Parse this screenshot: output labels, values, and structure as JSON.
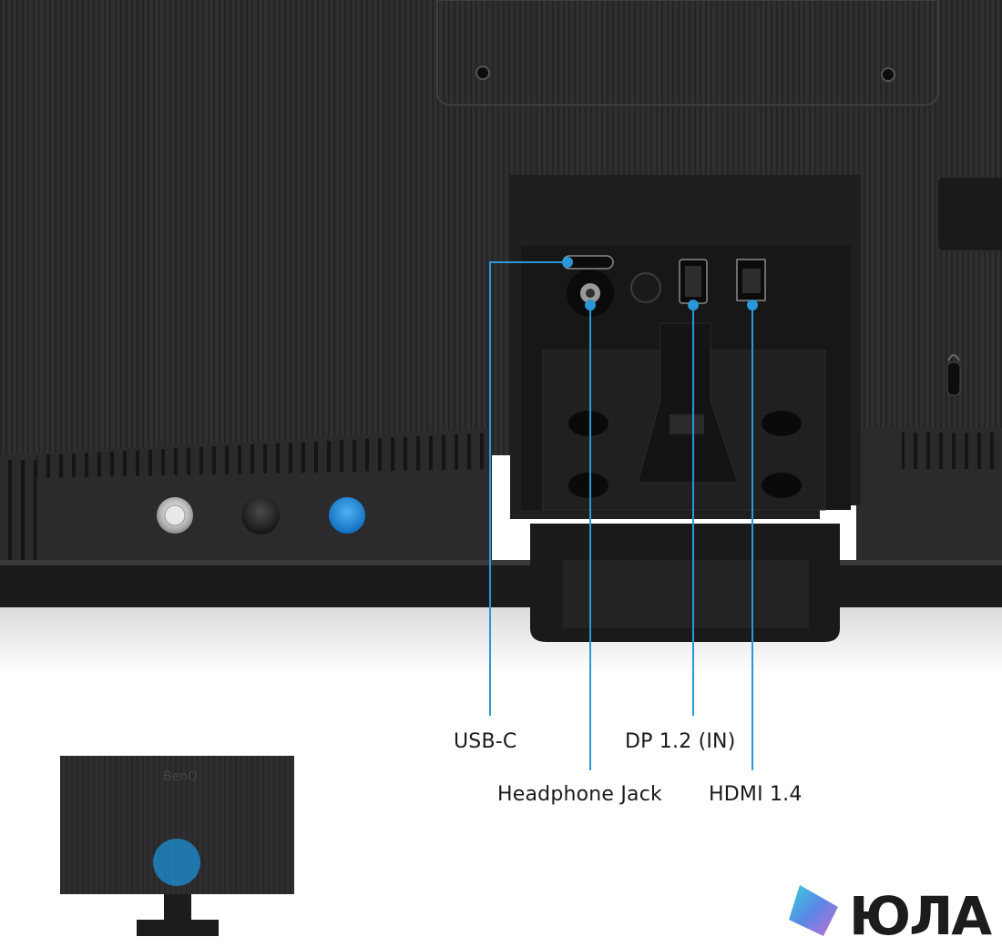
{
  "ports": {
    "usb_c": "USB-C",
    "headphone_jack": "Headphone Jack",
    "dp": "DP 1.2 (IN)",
    "hdmi": "HDMI 1.4"
  },
  "monitor_brand": "BenQ",
  "logo": {
    "text": "ЮЛА"
  },
  "colors": {
    "accent": "#1e8fd6",
    "callout_line": "#2a97d6",
    "monitor_body": "#2c2c2e",
    "background": "#ffffff"
  },
  "icons": [
    "power-button-icon",
    "joystick-icon",
    "blue-button-icon",
    "kensington-lock-icon",
    "yula-logo-icon"
  ]
}
